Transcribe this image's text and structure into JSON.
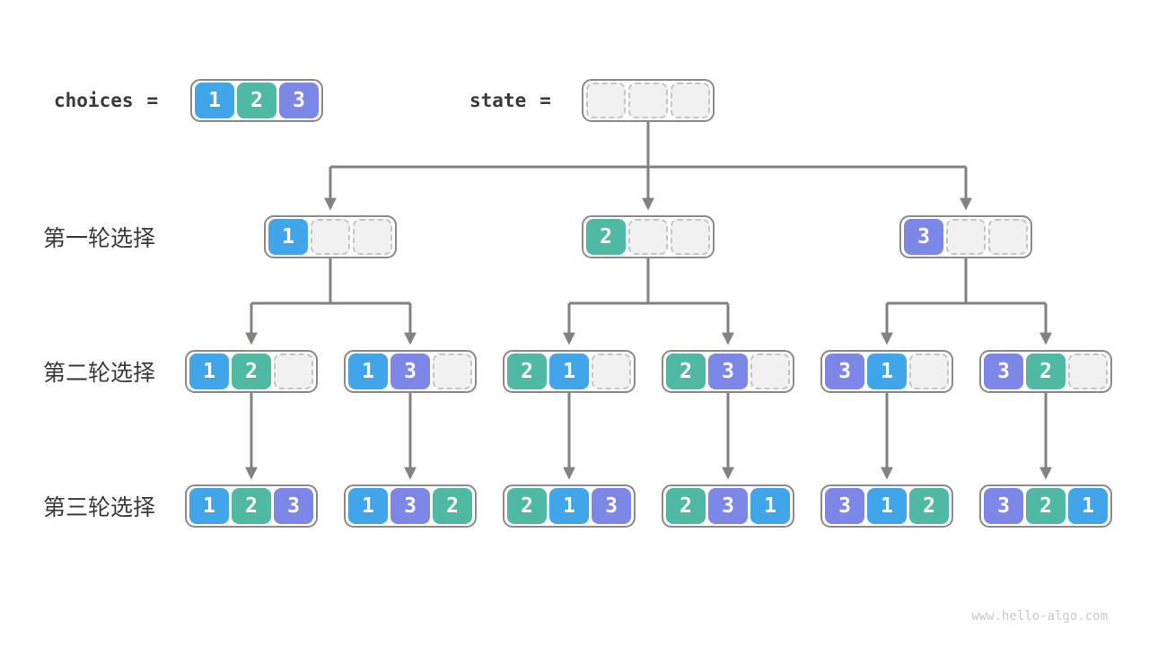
{
  "page": {
    "watermark": "www.hello-algo.com",
    "background": "#ffffff"
  },
  "colors": {
    "1": "#41a6e9",
    "2": "#4fb9a4",
    "3": "#7d87e8",
    "empty_fill": "#f1f1f1",
    "empty_border": "#c5c5c5",
    "box_border": "#8a8a8a",
    "arrow": "#828282",
    "label_text": "#3a3a3a",
    "watermark_text": "#c9c9c9"
  },
  "header": {
    "choices_label": "choices",
    "state_label": "state",
    "equals": "="
  },
  "row_labels": [
    "第一轮选择",
    "第二轮选择",
    "第三轮选择"
  ],
  "tree": {
    "choices": [
      1,
      2,
      3
    ],
    "root": [
      null,
      null,
      null
    ],
    "level1": [
      [
        1,
        null,
        null
      ],
      [
        2,
        null,
        null
      ],
      [
        3,
        null,
        null
      ]
    ],
    "level2": [
      [
        1,
        2,
        null
      ],
      [
        1,
        3,
        null
      ],
      [
        2,
        1,
        null
      ],
      [
        2,
        3,
        null
      ],
      [
        3,
        1,
        null
      ],
      [
        3,
        2,
        null
      ]
    ],
    "level3": [
      [
        1,
        2,
        3
      ],
      [
        1,
        3,
        2
      ],
      [
        2,
        1,
        3
      ],
      [
        2,
        3,
        1
      ],
      [
        3,
        1,
        2
      ],
      [
        3,
        2,
        1
      ]
    ]
  }
}
